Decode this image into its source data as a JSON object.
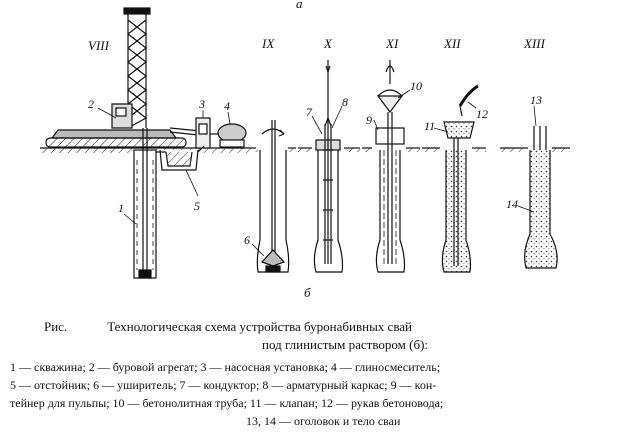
{
  "figure": {
    "top_letter": "a",
    "sub_letter": "б",
    "stages": [
      "VIII",
      "IX",
      "X",
      "XI",
      "XII",
      "XIII"
    ],
    "numbers": [
      "1",
      "2",
      "3",
      "4",
      "5",
      "6",
      "7",
      "8",
      "9",
      "10",
      "11",
      "12",
      "13",
      "14"
    ]
  },
  "caption": {
    "fig": "Рис.",
    "title_line1": "Технологическая схема устройства буронабивных свай",
    "title_line2": "под глинистым раствором (б):",
    "legend_line1": "1 — скважина; 2 — буровой агрегат; 3 — насосная установка; 4 — глиносмеситель;",
    "legend_line2": "5 — отстойник; 6 — уширитель; 7 — кондуктор; 8 — арматурный каркас; 9 — кон-",
    "legend_line3": "тейнер для пульпы; 10 — бетонолитная труба; 11 — клапан; 12 — рукав бетоновода;",
    "legend_line4": "13, 14 — оголовок и тело сваи"
  }
}
